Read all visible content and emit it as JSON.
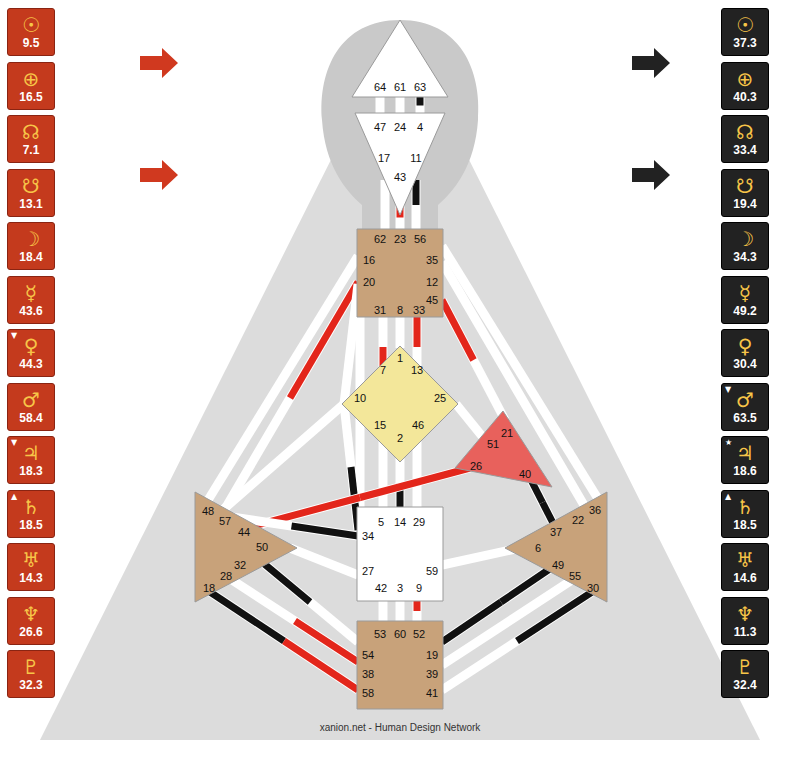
{
  "diagram": {
    "nodes": [
      {
        "text": [
          "64",
          "61",
          "63"
        ]
      },
      {
        "text": [
          "47",
          "24",
          "4",
          "17",
          "11",
          "43"
        ]
      },
      {
        "text": [
          "62",
          "23",
          "56",
          "16",
          "35",
          "20",
          "12",
          "45",
          "31",
          "8",
          "33"
        ]
      },
      {
        "text": [
          "1",
          "7",
          "13",
          "10",
          "25",
          "15",
          "46",
          "2"
        ]
      },
      {
        "text": [
          "21",
          "51",
          "26",
          "40"
        ]
      },
      {
        "text": [
          "48",
          "57",
          "44",
          "50",
          "32",
          "28",
          "18"
        ]
      },
      {
        "text": [
          "5",
          "14",
          "29",
          "34",
          "27",
          "59",
          "42",
          "3",
          "9"
        ]
      },
      {
        "text": [
          "22",
          "36",
          "37",
          "6",
          "49",
          "55",
          "30"
        ]
      },
      {
        "text": [
          "53",
          "60",
          "52",
          "54",
          "19",
          "38",
          "39",
          "58",
          "41"
        ]
      },
      {
        "text": [
          "☉",
          "9.5"
        ]
      },
      {
        "text": [
          "⊕",
          "16.5"
        ]
      },
      {
        "text": [
          "☊",
          "7.1"
        ]
      },
      {
        "text": [
          "☋",
          "13.1"
        ]
      },
      {
        "text": [
          "☽",
          "18.4"
        ]
      },
      {
        "text": [
          "☿",
          "43.6"
        ]
      },
      {
        "text": [
          "▼",
          "♀",
          "44.3"
        ]
      },
      {
        "text": [
          "♂",
          "58.4"
        ]
      },
      {
        "text": [
          "▼",
          "♃",
          "18.3"
        ]
      },
      {
        "text": [
          "▲",
          "♄",
          "18.5"
        ]
      },
      {
        "text": [
          "♅",
          "14.3"
        ]
      },
      {
        "text": [
          "♆",
          "26.6"
        ]
      },
      {
        "text": [
          "♇",
          "32.3"
        ]
      },
      {
        "text": [
          "☉",
          "37.3"
        ]
      },
      {
        "text": [
          "⊕",
          "40.3"
        ]
      },
      {
        "text": [
          "☊",
          "33.4"
        ]
      },
      {
        "text": [
          "☋",
          "19.4"
        ]
      },
      {
        "text": [
          "☽",
          "34.3"
        ]
      },
      {
        "text": [
          "☿",
          "49.2"
        ]
      },
      {
        "text": [
          "♀",
          "30.4"
        ]
      },
      {
        "text": [
          "▼",
          "♂",
          "63.5"
        ]
      },
      {
        "text": [
          "★",
          "♃",
          "18.6"
        ]
      },
      {
        "text": [
          "▲",
          "♄",
          "18.5"
        ]
      },
      {
        "text": [
          "♅",
          "14.6"
        ]
      },
      {
        "text": [
          "♆",
          "11.3"
        ]
      },
      {
        "text": [
          "♇",
          "32.4"
        ]
      }
    ],
    "edges": [
      {
        "from": 0,
        "to": 1,
        "arrow": "none"
      },
      {
        "from": 0,
        "to": 1,
        "arrow": "none"
      },
      {
        "from": 0,
        "to": 1,
        "arrow": "none"
      },
      {
        "from": 1,
        "to": 2,
        "arrow": "none"
      },
      {
        "from": 1,
        "to": 2,
        "arrow": "none"
      },
      {
        "from": 1,
        "to": 2,
        "arrow": "none"
      },
      {
        "from": 2,
        "to": 3,
        "arrow": "none"
      },
      {
        "from": 2,
        "to": 3,
        "arrow": "none"
      },
      {
        "from": 2,
        "to": 3,
        "arrow": "none"
      },
      {
        "from": 2,
        "to": 5,
        "arrow": "none"
      },
      {
        "from": 2,
        "to": 5,
        "arrow": "none"
      },
      {
        "from": 2,
        "to": 6,
        "arrow": "none"
      },
      {
        "from": 2,
        "to": 4,
        "arrow": "none"
      },
      {
        "from": 2,
        "to": 7,
        "arrow": "none"
      },
      {
        "from": 2,
        "to": 7,
        "arrow": "none"
      },
      {
        "from": 3,
        "to": 6,
        "arrow": "none"
      },
      {
        "from": 3,
        "to": 6,
        "arrow": "none"
      },
      {
        "from": 3,
        "to": 6,
        "arrow": "none"
      },
      {
        "from": 3,
        "to": 4,
        "arrow": "none"
      },
      {
        "from": 3,
        "to": 5,
        "arrow": "none"
      },
      {
        "from": 3,
        "to": 6,
        "arrow": "none"
      },
      {
        "from": 3,
        "to": 2,
        "arrow": "none"
      },
      {
        "from": 4,
        "to": 5,
        "arrow": "none"
      },
      {
        "from": 4,
        "to": 7,
        "arrow": "none"
      },
      {
        "from": 5,
        "to": 6,
        "arrow": "none"
      },
      {
        "from": 5,
        "to": 6,
        "arrow": "none"
      },
      {
        "from": 7,
        "to": 6,
        "arrow": "none"
      },
      {
        "from": 5,
        "to": 8,
        "arrow": "none"
      },
      {
        "from": 5,
        "to": 8,
        "arrow": "none"
      },
      {
        "from": 5,
        "to": 8,
        "arrow": "none"
      },
      {
        "from": 6,
        "to": 8,
        "arrow": "none"
      },
      {
        "from": 6,
        "to": 8,
        "arrow": "none"
      },
      {
        "from": 6,
        "to": 8,
        "arrow": "none"
      },
      {
        "from": 7,
        "to": 8,
        "arrow": "none"
      },
      {
        "from": 7,
        "to": 8,
        "arrow": "none"
      },
      {
        "from": 7,
        "to": 8,
        "arrow": "none"
      }
    ],
    "labels": [
      "xanion.net - Human Design Network"
    ]
  }
}
